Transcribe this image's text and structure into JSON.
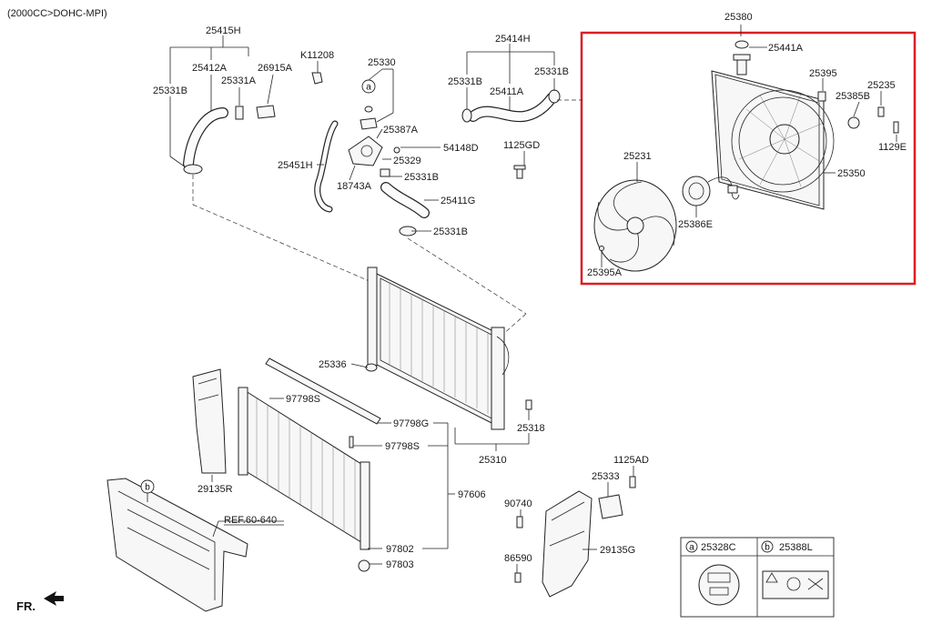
{
  "header": {
    "engine_note": "(2000CC>DOHC-MPI)"
  },
  "fr_label": "FR.",
  "callouts": {
    "c25380": "25380",
    "c25441A": "25441A",
    "c25395": "25395",
    "c25235": "25235",
    "c25385B": "25385B",
    "c1129E": "1129E",
    "c25231": "25231",
    "c25350": "25350",
    "c25386E": "25386E",
    "c25395A": "25395A",
    "c25415H": "25415H",
    "c25412A": "25412A",
    "c25331A": "25331A",
    "c26915A": "26915A",
    "c25331B_a": "25331B",
    "cK11208": "K11208",
    "c25330": "25330",
    "c25387A": "25387A",
    "c54148D": "54148D",
    "c25329": "25329",
    "c25451H": "25451H",
    "c18743A": "18743A",
    "c25331B_b": "25331B",
    "c25411G": "25411G",
    "c25331B_c": "25331B",
    "c25414H": "25414H",
    "c25331B_d": "25331B",
    "c25331B_e": "25331B",
    "c25411A": "25411A",
    "c1125GD": "1125GD",
    "c25336": "25336",
    "c25318": "25318",
    "c25310": "25310",
    "c97798S_a": "97798S",
    "c97798G": "97798G",
    "c97798S_b": "97798S",
    "c97606": "97606",
    "c97802": "97802",
    "c97803": "97803",
    "c29135R": "29135R",
    "cREF": "REF.60-640",
    "c1125AD": "1125AD",
    "c25333": "25333",
    "c90740": "90740",
    "c86590": "86590",
    "c29135G": "29135G"
  },
  "markers": {
    "a": "a",
    "b": "b"
  },
  "legend": {
    "cell_a": {
      "letter": "a",
      "part": "25328C"
    },
    "cell_b": {
      "letter": "b",
      "part": "25388L"
    }
  },
  "colors": {
    "highlight_box": "#dd1c24",
    "line": "#222222"
  }
}
